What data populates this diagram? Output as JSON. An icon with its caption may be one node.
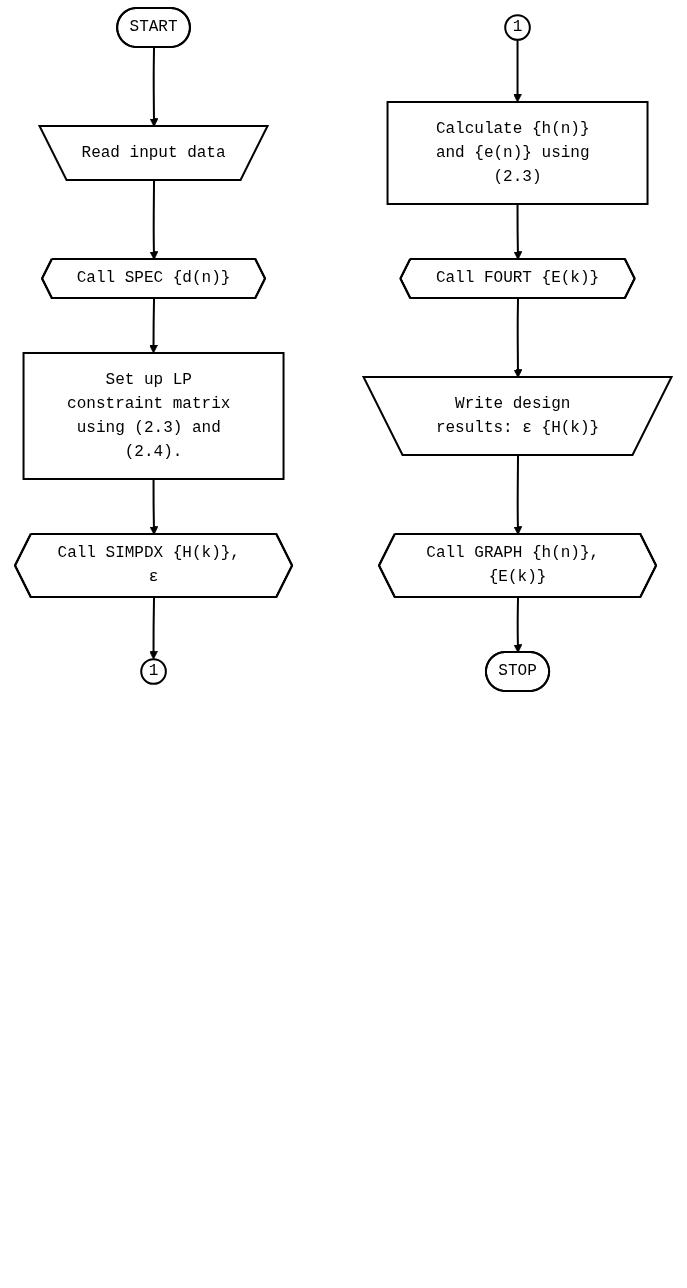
{
  "diagram": {
    "nodes": [
      {
        "text": [
          "START"
        ]
      },
      {
        "text": [
          "Read input data"
        ]
      },
      {
        "text": [
          "Call SPEC {d(n)}"
        ]
      },
      {
        "text": [
          "Set up LP constraint matrix using (2.3) and (2.4)."
        ]
      },
      {
        "text": [
          "Call SIMPDX {H(k)}, ε"
        ]
      },
      {
        "text": [
          "1"
        ]
      },
      {
        "text": [
          "1"
        ]
      },
      {
        "text": [
          "Calculate {h(n)} and {e(n)} using (2.3)"
        ]
      },
      {
        "text": [
          "Call FOURT {E(k)}"
        ]
      },
      {
        "text": [
          "Write design results: ε {H(k)}"
        ]
      },
      {
        "text": [
          "Call GRAPH {h(n)}, {E(k)}"
        ]
      },
      {
        "text": [
          "STOP"
        ]
      }
    ],
    "edges": [
      {
        "from": 0,
        "to": 1,
        "arrow": "to"
      },
      {
        "from": 1,
        "to": 2,
        "arrow": "to"
      },
      {
        "from": 2,
        "to": 3,
        "arrow": "to"
      },
      {
        "from": 3,
        "to": 4,
        "arrow": "to"
      },
      {
        "from": 4,
        "to": 5,
        "arrow": "to"
      },
      {
        "from": 6,
        "to": 7,
        "arrow": "to"
      },
      {
        "from": 7,
        "to": 8,
        "arrow": "to"
      },
      {
        "from": 8,
        "to": 9,
        "arrow": "to"
      },
      {
        "from": 9,
        "to": 10,
        "arrow": "to"
      },
      {
        "from": 10,
        "to": 11,
        "arrow": "to"
      }
    ]
  }
}
